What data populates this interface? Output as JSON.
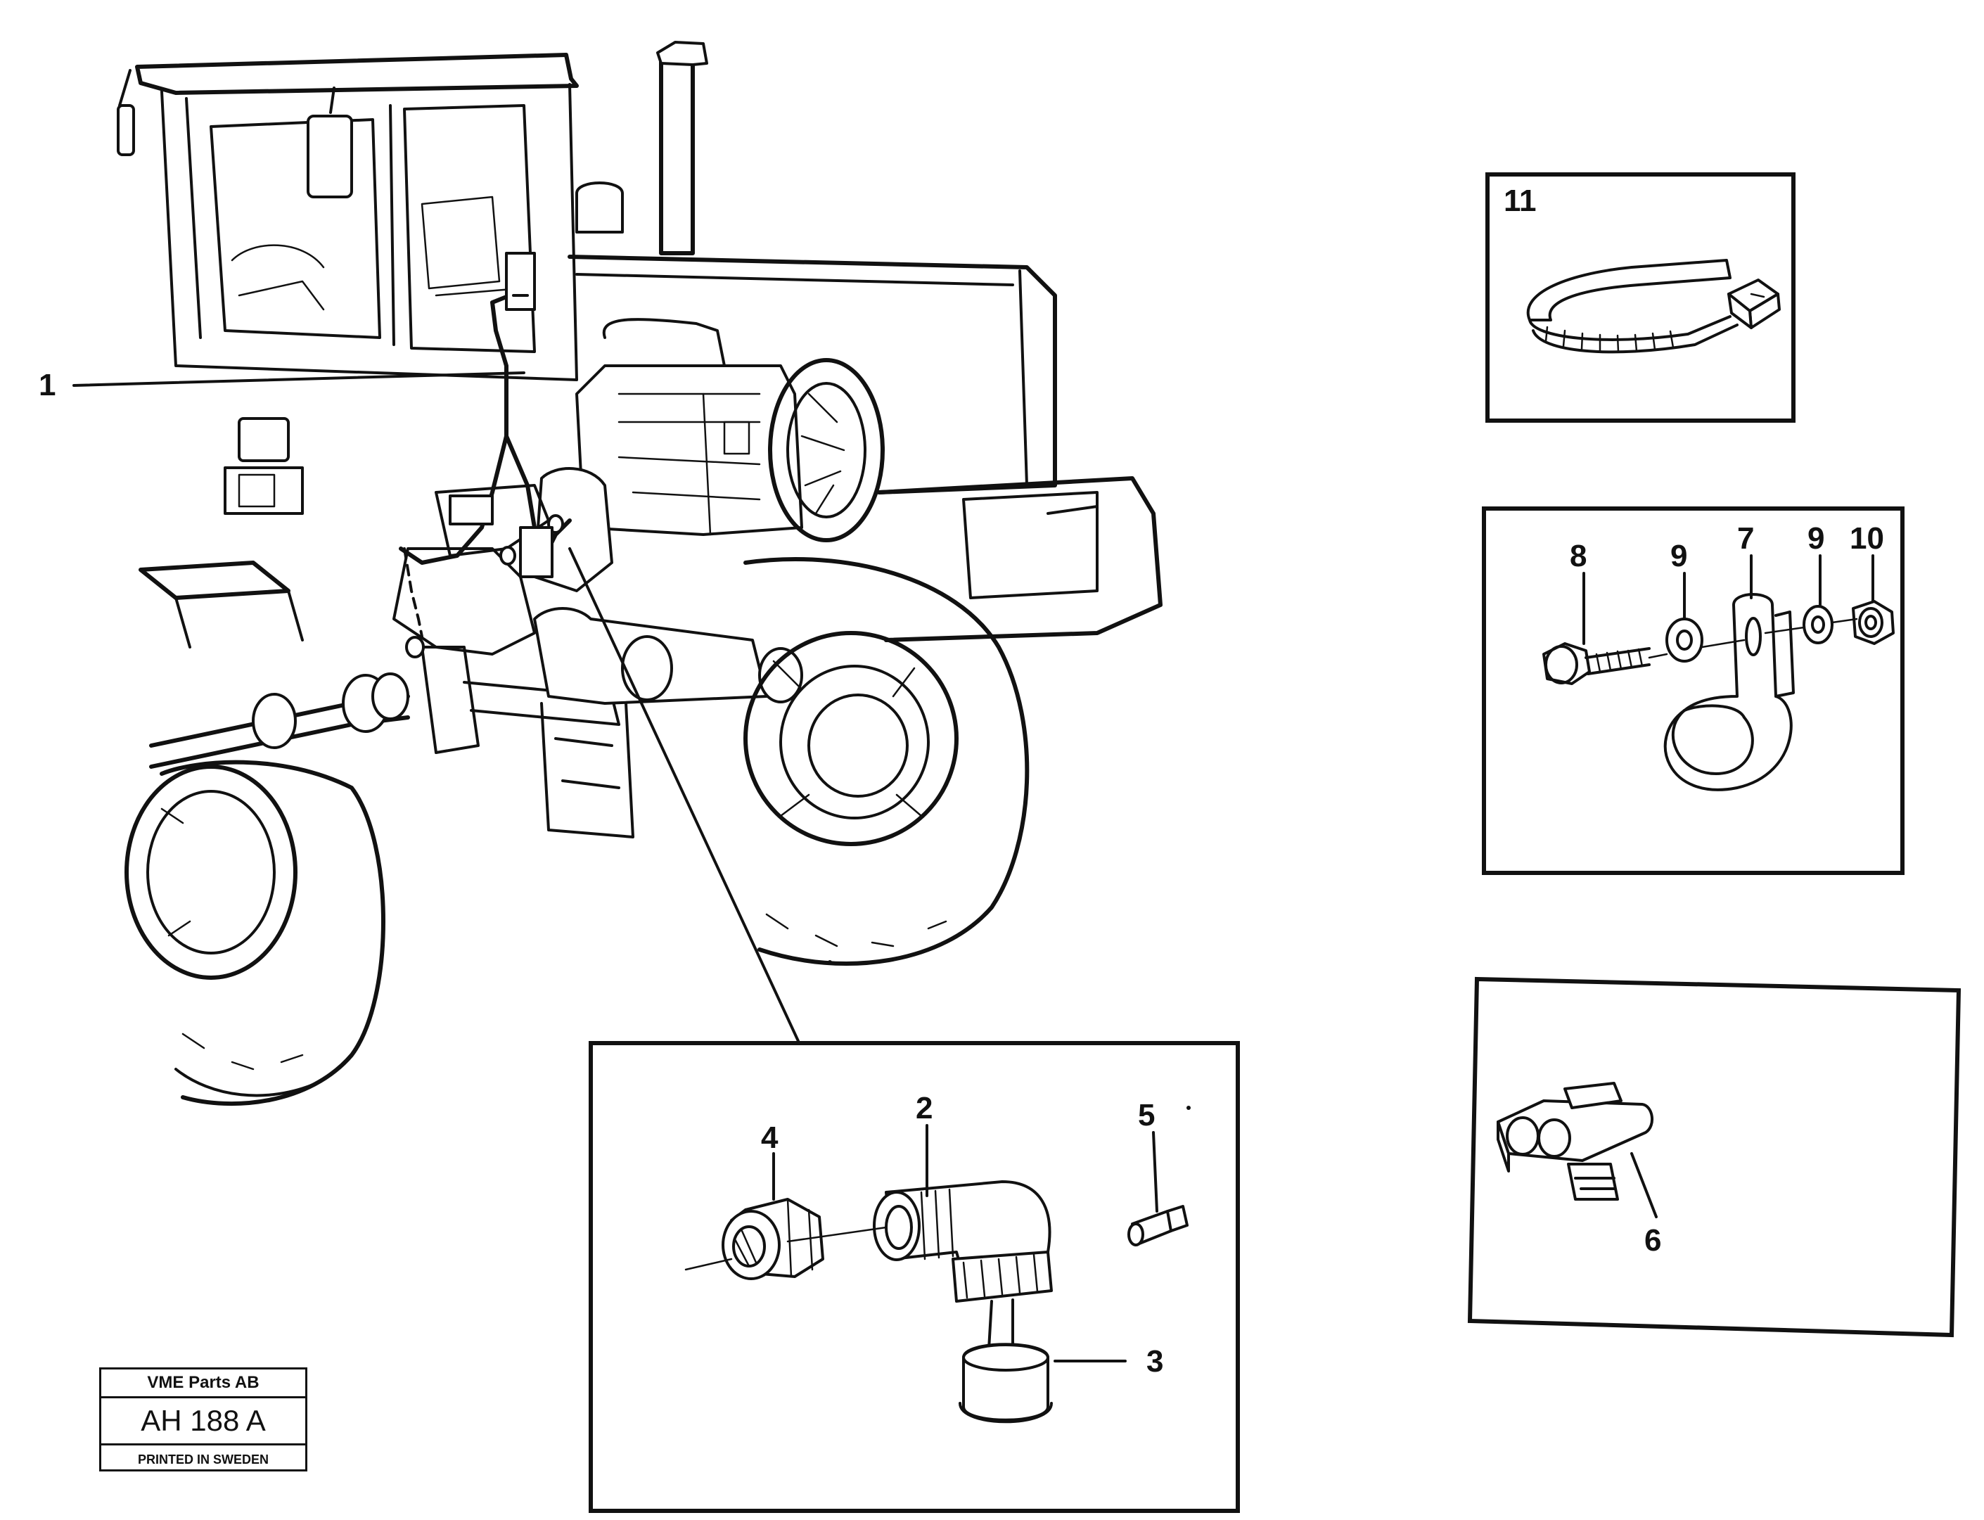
{
  "callouts": {
    "c1": "1",
    "c2": "2",
    "c3": "3",
    "c4": "4",
    "c5": "5",
    "c6": "6",
    "c7": "7",
    "c8": "8",
    "c9a": "9",
    "c9b": "9",
    "c10": "10",
    "c11": "11"
  },
  "stamp": {
    "company": "VME Parts AB",
    "code": "AH 188 A",
    "printed": "PRINTED IN SWEDEN"
  }
}
